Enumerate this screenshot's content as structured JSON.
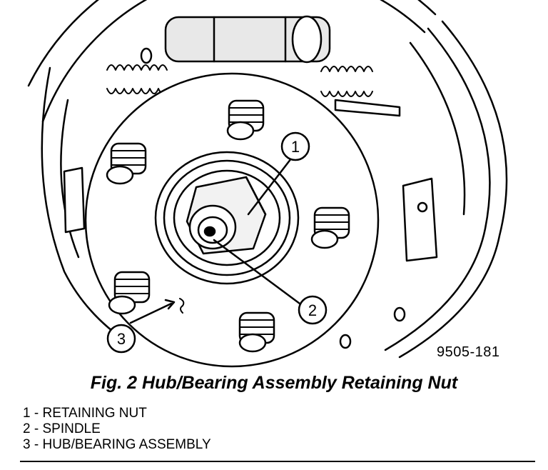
{
  "figure": {
    "code": "9505-181",
    "caption": "Fig. 2 Hub/Bearing Assembly Retaining Nut"
  },
  "callouts": [
    {
      "number": "1"
    },
    {
      "number": "2"
    },
    {
      "number": "3"
    }
  ],
  "legend": [
    {
      "number": "1",
      "sep": " - ",
      "label": "RETAINING NUT"
    },
    {
      "number": "2",
      "sep": " - ",
      "label": "SPINDLE"
    },
    {
      "number": "3",
      "sep": " - ",
      "label": "HUB/BEARING ASSEMBLY"
    }
  ]
}
